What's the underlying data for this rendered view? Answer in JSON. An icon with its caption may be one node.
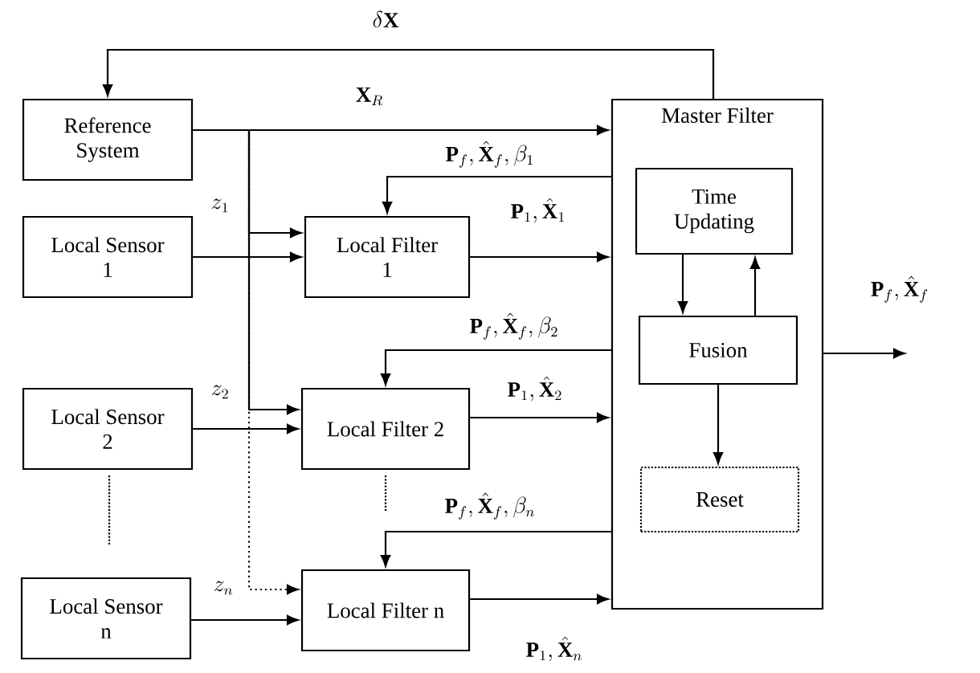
{
  "diagram": {
    "nodes": [
      {
        "text": [
          "Reference System"
        ]
      },
      {
        "text": [
          "Local Sensor 1"
        ]
      },
      {
        "text": [
          "Local Sensor 2"
        ]
      },
      {
        "text": [
          "Local Sensor n"
        ]
      },
      {
        "text": [
          "Local Filter 1"
        ]
      },
      {
        "text": [
          "Local Filter 2"
        ]
      },
      {
        "text": [
          "Local Filter n"
        ]
      },
      {
        "text": [
          "Master Filter"
        ]
      },
      {
        "text": [
          "Time Updating"
        ],
        "in": 7
      },
      {
        "text": [
          "Fusion"
        ],
        "in": 7
      },
      {
        "text": [
          "Reset"
        ],
        "in": 7
      }
    ],
    "edges": [
      {
        "from": 7,
        "to": 0,
        "arrow": "to",
        "label": "\\delta\\mathbf{X}"
      },
      {
        "from": 0,
        "to": 7,
        "arrow": "to",
        "label": "\\mathbf{X}_{R}"
      },
      {
        "from": 0,
        "to": 4,
        "arrow": "to"
      },
      {
        "from": 0,
        "to": 5,
        "arrow": "to"
      },
      {
        "from": 0,
        "to": 6,
        "arrow": "to",
        "style": "dashed"
      },
      {
        "from": 1,
        "to": 4,
        "arrow": "to",
        "label": "z_{1}"
      },
      {
        "from": 2,
        "to": 5,
        "arrow": "to",
        "label": "z_{2}"
      },
      {
        "from": 3,
        "to": 6,
        "arrow": "to",
        "label": "z_{n}"
      },
      {
        "from": 4,
        "to": 7,
        "arrow": "to",
        "label": "\\mathbf{P}_{1}, \\hat{\\mathbf{X}}_{1}"
      },
      {
        "from": 5,
        "to": 7,
        "arrow": "to",
        "label": "\\mathbf{P}_{1}, \\hat{\\mathbf{X}}_{2}"
      },
      {
        "from": 6,
        "to": 7,
        "arrow": "to",
        "label": "\\mathbf{P}_{1}, \\hat{\\mathbf{X}}_{n}"
      },
      {
        "from": 7,
        "to": 4,
        "arrow": "to",
        "label": "\\mathbf{P}_{f}, \\hat{\\mathbf{X}}_{f}, \\beta_{1}"
      },
      {
        "from": 7,
        "to": 5,
        "arrow": "to",
        "label": "\\mathbf{P}_{f}, \\hat{\\mathbf{X}}_{f}, \\beta_{2}"
      },
      {
        "from": 7,
        "to": 6,
        "arrow": "to",
        "label": "\\mathbf{P}_{f}, \\hat{\\mathbf{X}}_{f}, \\beta_{n}"
      },
      {
        "from": 8,
        "to": 9,
        "arrow": "to"
      },
      {
        "from": 9,
        "to": 8,
        "arrow": "to"
      },
      {
        "from": 9,
        "to": 10,
        "arrow": "to"
      },
      {
        "from": 7,
        "to": null,
        "arrow": "to",
        "label": "\\mathbf{P}_{f}, \\hat{\\mathbf{X}}_{f}"
      }
    ]
  }
}
